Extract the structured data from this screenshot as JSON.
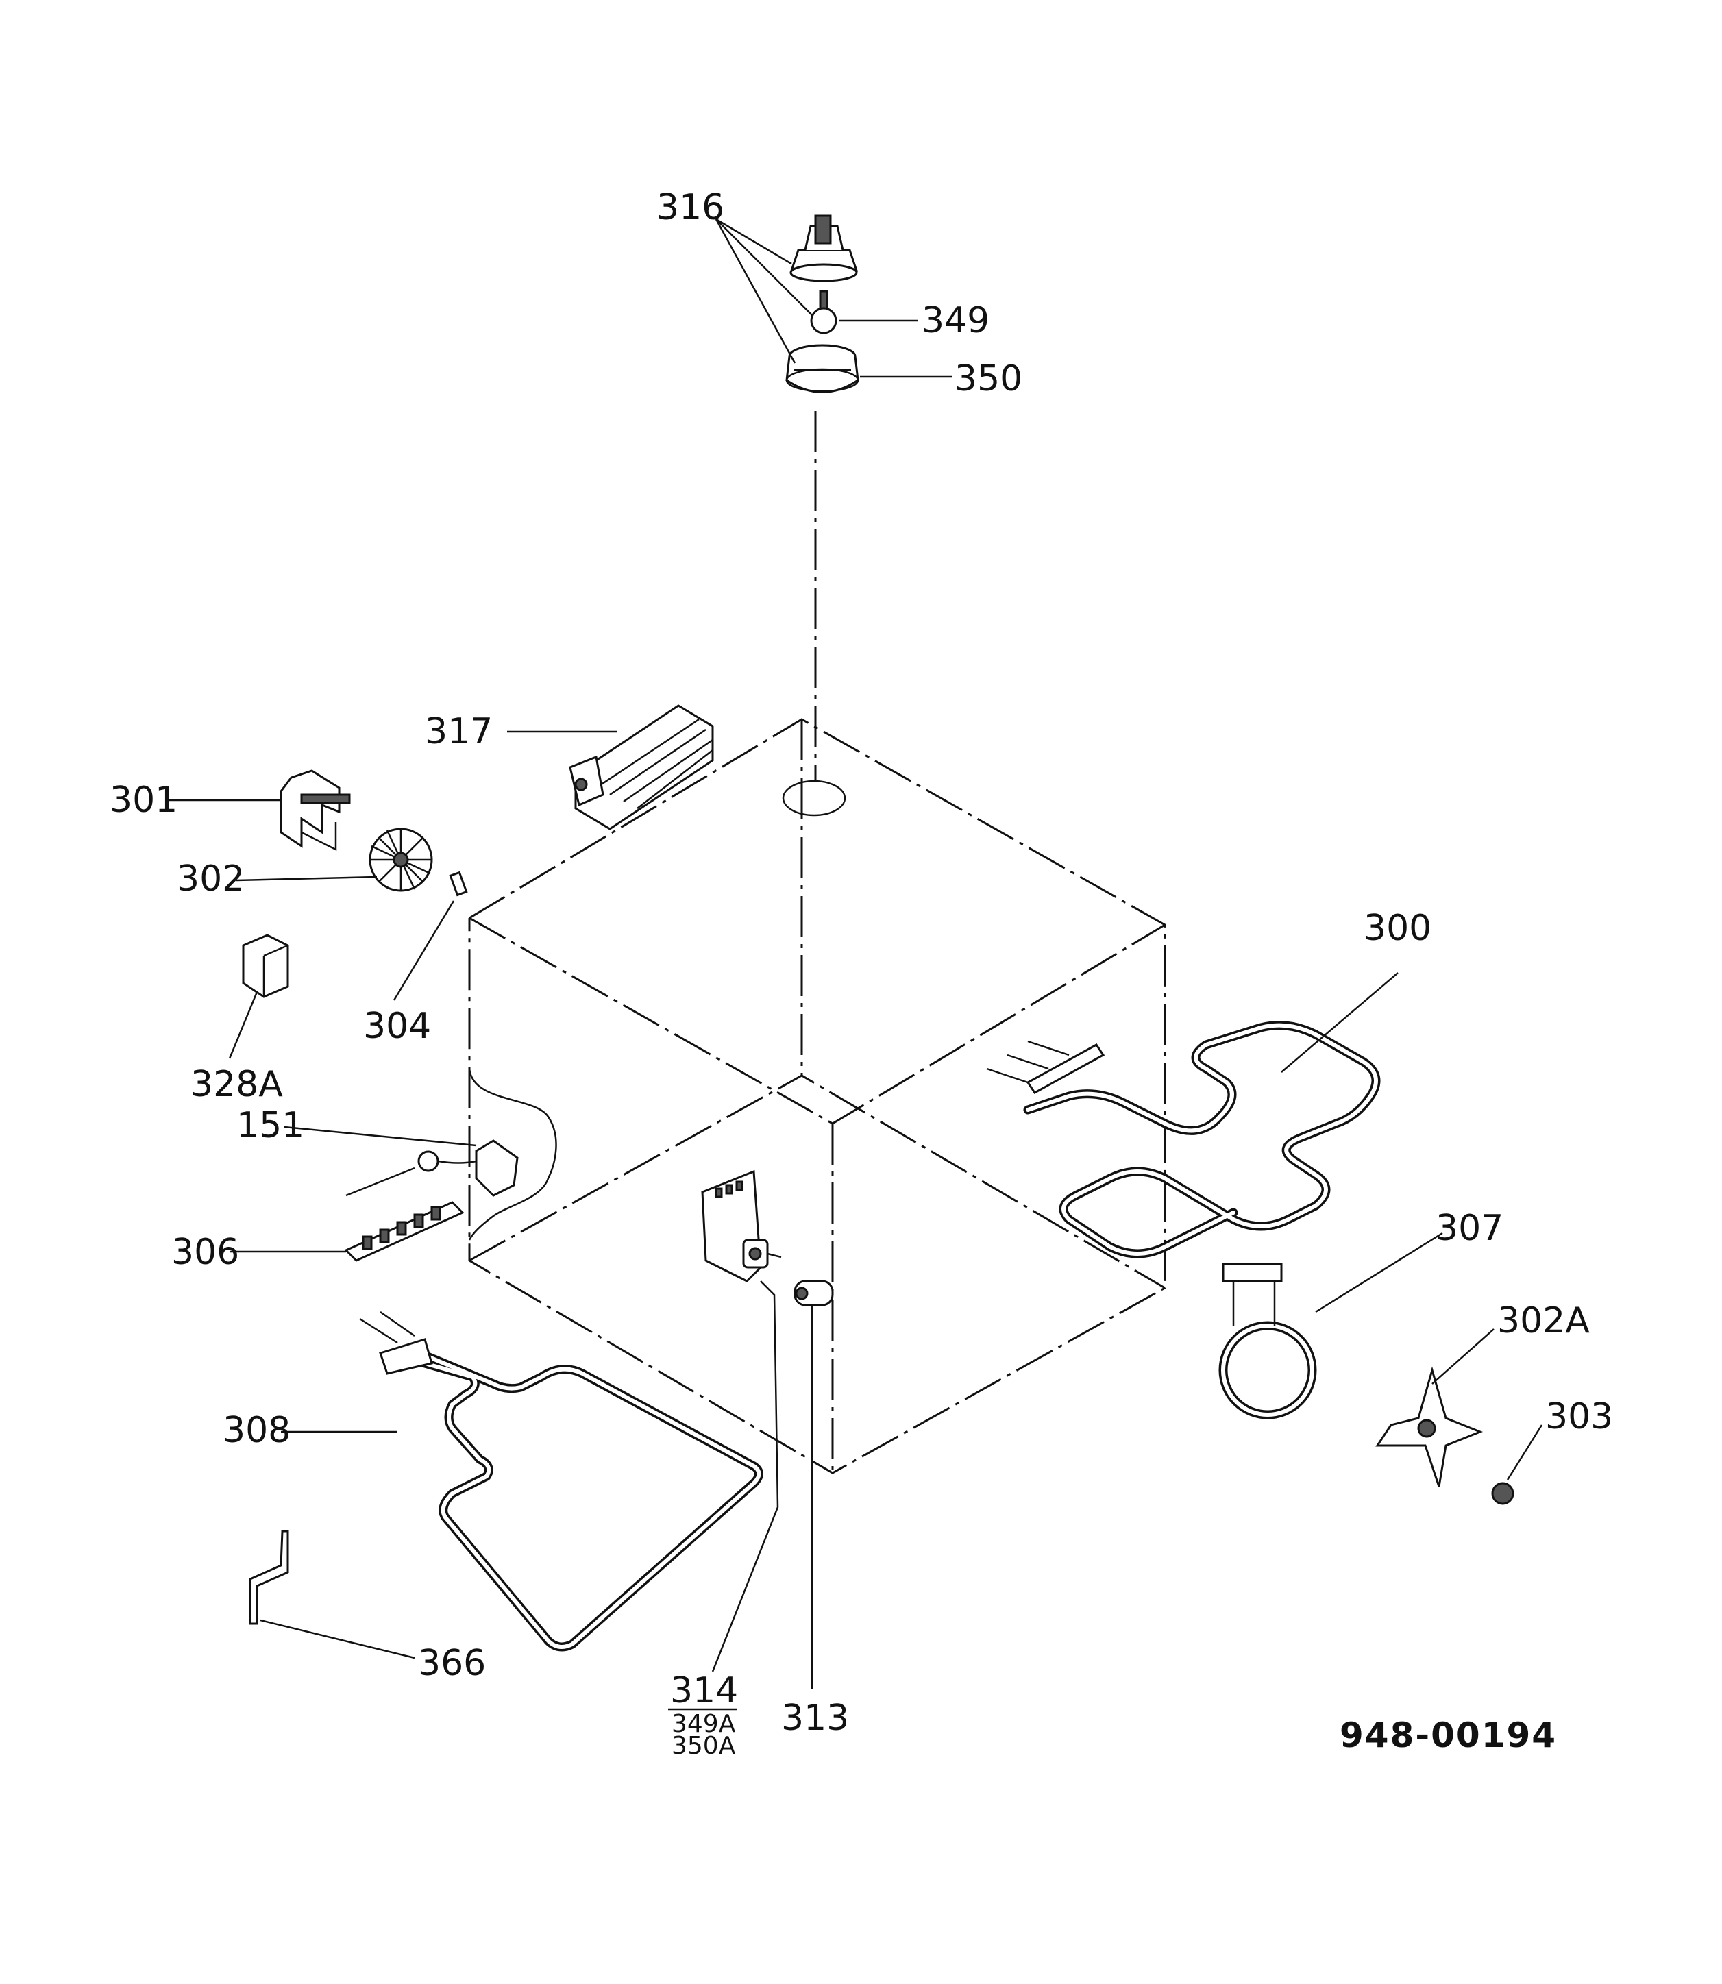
{
  "document": {
    "number": "948-00194"
  },
  "labels": {
    "p300": "300",
    "p301": "301",
    "p302": "302",
    "p302A": "302A",
    "p303": "303",
    "p304": "304",
    "p306": "306",
    "p307": "307",
    "p308": "308",
    "p313": "313",
    "p314": "314",
    "p316": "316",
    "p317": "317",
    "p328A": "328A",
    "p349": "349",
    "p349A": "349A",
    "p350": "350",
    "p350A": "350A",
    "p366": "366",
    "p151": "151"
  }
}
